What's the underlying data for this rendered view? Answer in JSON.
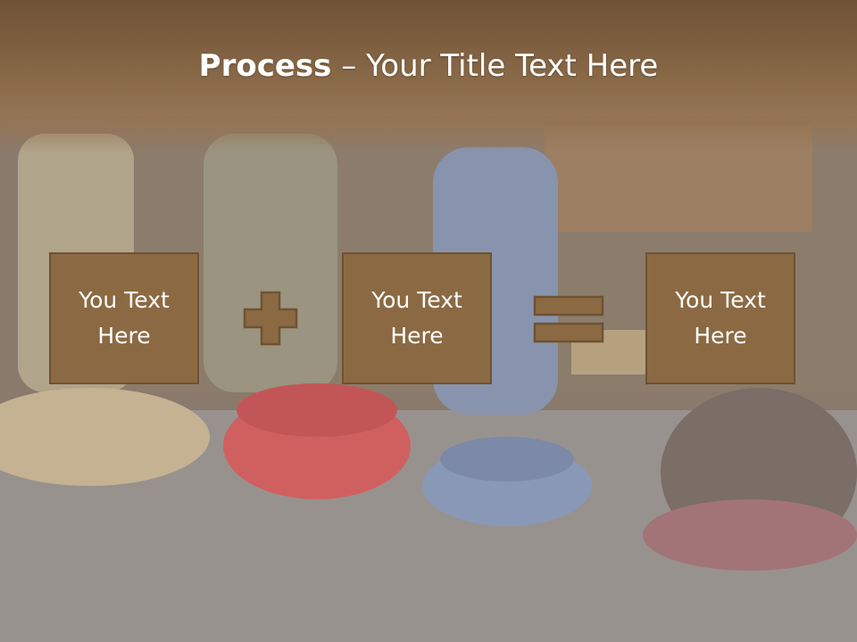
{
  "slide": {
    "title_bold": "Process",
    "title_separator": " – ",
    "title_rest": "Your Title Text Here",
    "boxes": [
      {
        "line1": "You Text",
        "line2": "Here"
      },
      {
        "line1": "You Text",
        "line2": "Here"
      },
      {
        "line1": "You Text",
        "line2": "Here"
      }
    ],
    "operators": [
      "plus-icon",
      "equals-icon"
    ],
    "colors": {
      "header": "#7a5a3c",
      "box_fill": "#8b6a43",
      "box_border": "#6e5233",
      "text": "#ffffff"
    }
  }
}
